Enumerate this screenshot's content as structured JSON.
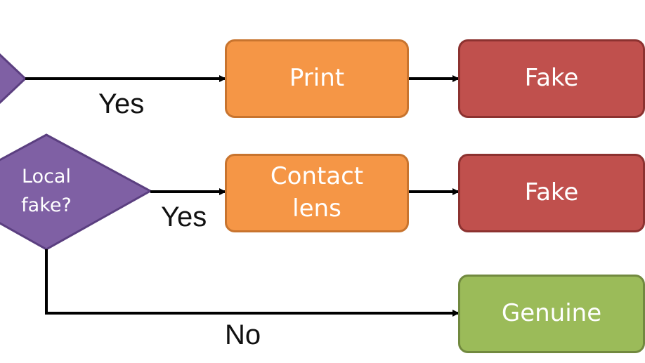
{
  "colors": {
    "decision_fill": "#7f60a4",
    "decision_border": "#5b3f80",
    "action_fill": "#f59646",
    "action_border": "#c8742e",
    "fake_fill": "#c0504d",
    "fake_border": "#8c3230",
    "genuine_fill": "#9bbb59",
    "genuine_border": "#71893f",
    "connector": "#000000"
  },
  "decision_local": {
    "line1": "Local",
    "line2": "fake?"
  },
  "edges": {
    "yes_top": "Yes",
    "yes_middle": "Yes",
    "no": "No"
  },
  "nodes": {
    "print": "Print",
    "contact_line1": "Contact",
    "contact_line2": "lens",
    "fake_top": "Fake",
    "fake_middle": "Fake",
    "genuine": "Genuine"
  }
}
